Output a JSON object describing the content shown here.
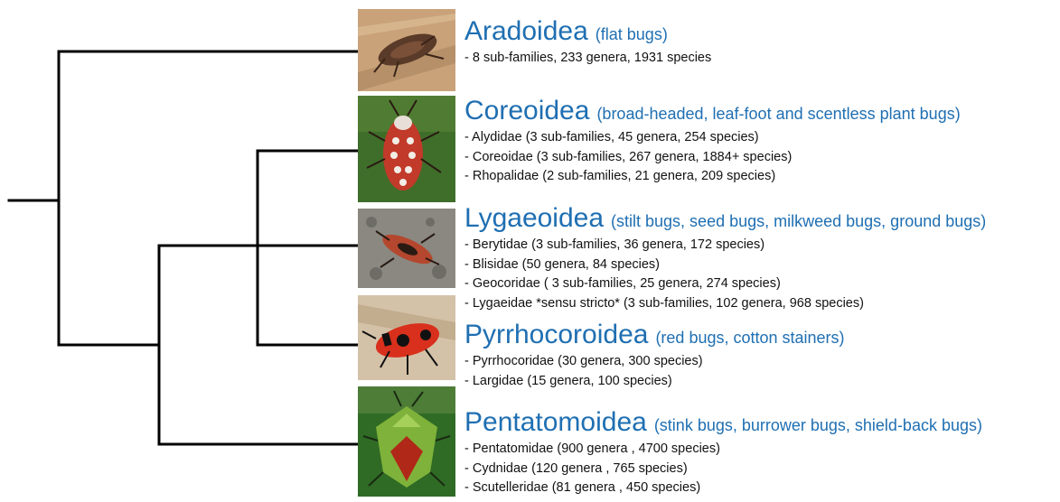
{
  "groups": [
    {
      "name": "Aradoidea",
      "common": "(flat bugs)",
      "items": [
        "- 8 sub-families, 233 genera, 1931 species"
      ],
      "photo_icon": "flat-bug-photo",
      "colors": {
        "bg": "#c9a27a",
        "body": "#5a3a28"
      }
    },
    {
      "name": "Coreoidea",
      "common": "(broad-headed, leaf-foot and scentless plant bugs)",
      "items": [
        "- Alydidae (3 sub-families, 45 genera, 254 species)",
        "- Coreoidae (3 sub-families, 267 genera, 1884+ species)",
        "- Rhopalidae (2 sub-families, 21 genera, 209 species)"
      ],
      "photo_icon": "coreid-bug-photo",
      "colors": {
        "bg": "#3f6e2a",
        "body": "#c23a2a"
      }
    },
    {
      "name": "Lygaeoidea",
      "common": "(stilt bugs, seed bugs, milkweed bugs, ground bugs)",
      "items": [
        "- Berytidae (3 sub-families, 36 genera, 172 species)",
        "- Blisidae (50 genera, 84 species)",
        "- Geocoridae ( 3 sub-families, 25 genera, 274 species)",
        "- Lygaeidae *sensu stricto* (3 sub-families, 102 genera, 968 species)"
      ],
      "photo_icon": "seed-bug-photo",
      "colors": {
        "bg": "#8a8880",
        "body": "#b4472e"
      }
    },
    {
      "name": "Pyrrhocoroidea",
      "common": "(red bugs, cotton stainers)",
      "items": [
        "- Pyrrhocoridae (30 genera, 300 species)",
        "- Largidae (15 genera, 100 species)"
      ],
      "photo_icon": "firebug-photo",
      "colors": {
        "bg": "#d4c2a8",
        "body": "#d8301c"
      }
    },
    {
      "name": "Pentatomoidea",
      "common": "(stink bugs, burrower bugs, shield-back bugs)",
      "items": [
        "- Pentatomidae  (900 genera , 4700 species)",
        "- Cydnidae (120 genera , 765 species)",
        "- Scutelleridae (81 genera , 450 species)"
      ],
      "photo_icon": "shield-bug-photo",
      "colors": {
        "bg": "#2f6b25",
        "body": "#7fb23a"
      }
    }
  ]
}
